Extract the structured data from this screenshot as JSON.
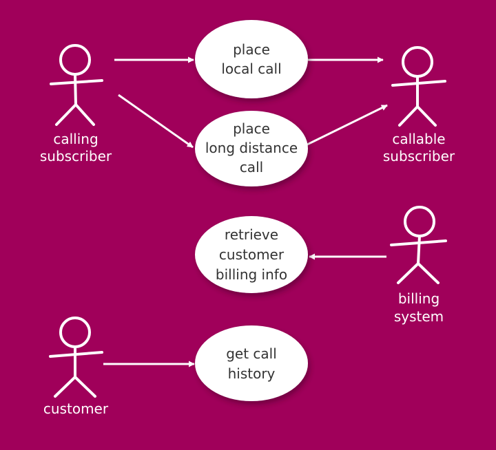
{
  "colors": {
    "background": "#a0005a",
    "stroke": "#ffffff",
    "usecase_fill": "#ffffff",
    "usecase_text": "#333333",
    "actor_text": "#ffffff",
    "arrow": "#ffffff"
  },
  "actors": {
    "calling_subscriber": {
      "line1": "calling",
      "line2": "subscriber"
    },
    "callable_subscriber": {
      "line1": "callable",
      "line2": "subscriber"
    },
    "billing_system": {
      "line1": "billing",
      "line2": "system"
    },
    "customer": {
      "line1": "customer"
    }
  },
  "use_cases": {
    "place_local_call": {
      "line1": "place",
      "line2": "local call"
    },
    "place_long_distance_call": {
      "line1": "place",
      "line2": "long distance",
      "line3": "call"
    },
    "retrieve_billing_info": {
      "line1": "retrieve",
      "line2": "customer",
      "line3": "billing info"
    },
    "get_call_history": {
      "line1": "get call",
      "line2": "history"
    }
  }
}
